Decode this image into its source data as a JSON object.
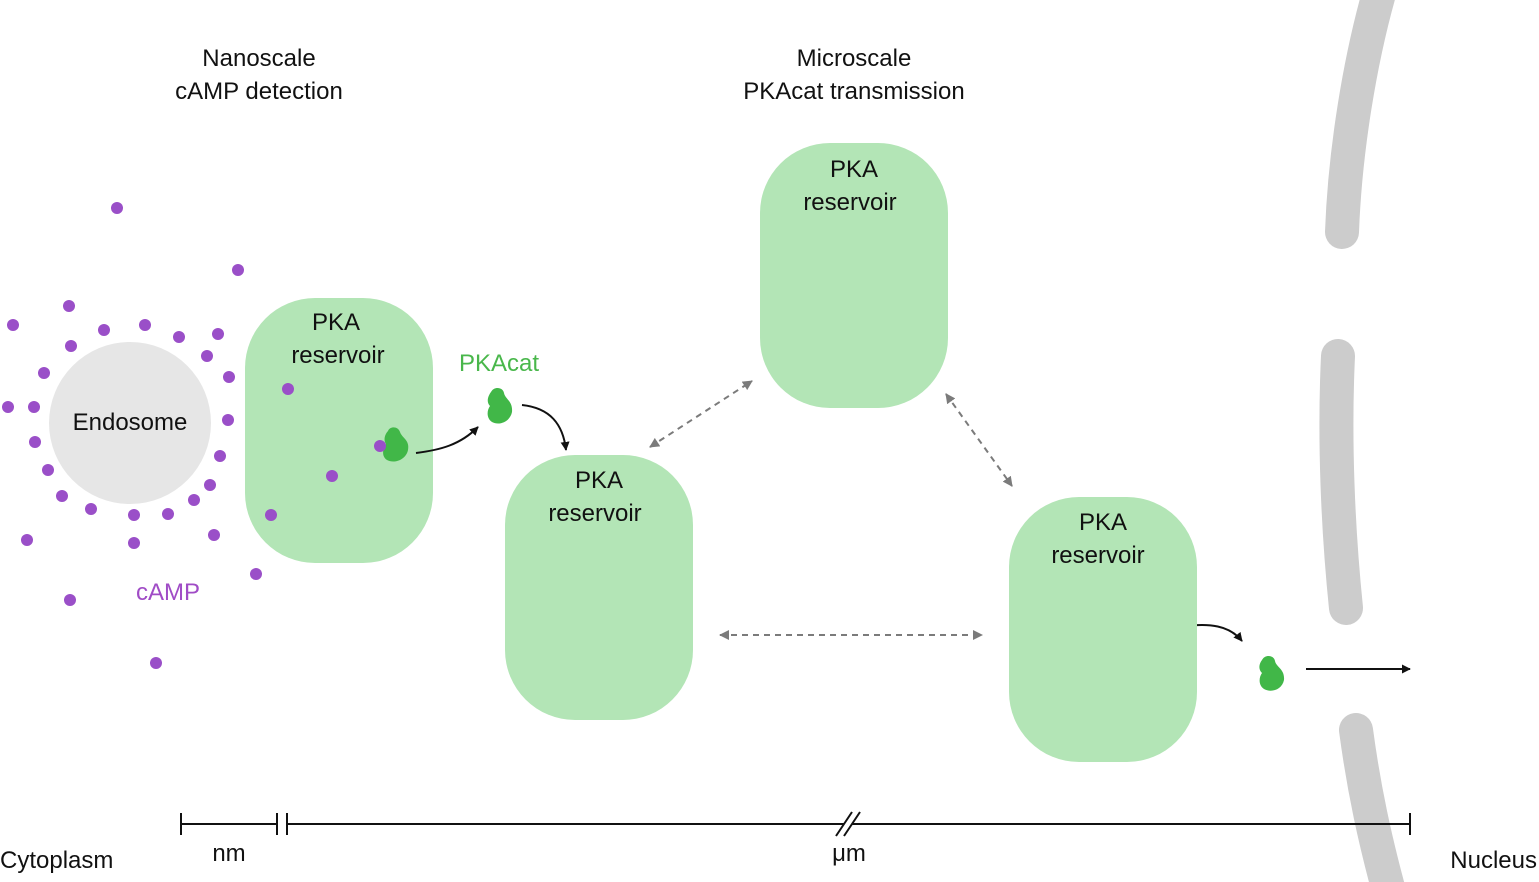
{
  "headings": {
    "nanoscale_line1": "Nanoscale",
    "nanoscale_line2": "cAMP detection",
    "microscale_line1": "Microscale",
    "microscale_line2": "PKAcat transmission"
  },
  "labels": {
    "endosome": "Endosome",
    "camp": "cAMP",
    "pkacat": "PKAcat",
    "reservoir_line1": "PKA",
    "reservoir_line2": "reservoir"
  },
  "scale_bar": {
    "left_end": "Cytoplasm",
    "right_end": "Nucleus",
    "nm_unit": "nm",
    "um_unit": "μm"
  },
  "colors": {
    "reservoir": "#b3e5b6",
    "pkacat": "#41b748",
    "camp": "#9a4fc8",
    "endosome": "#e6e6e6",
    "nuclear_membrane": "#cccccc"
  }
}
